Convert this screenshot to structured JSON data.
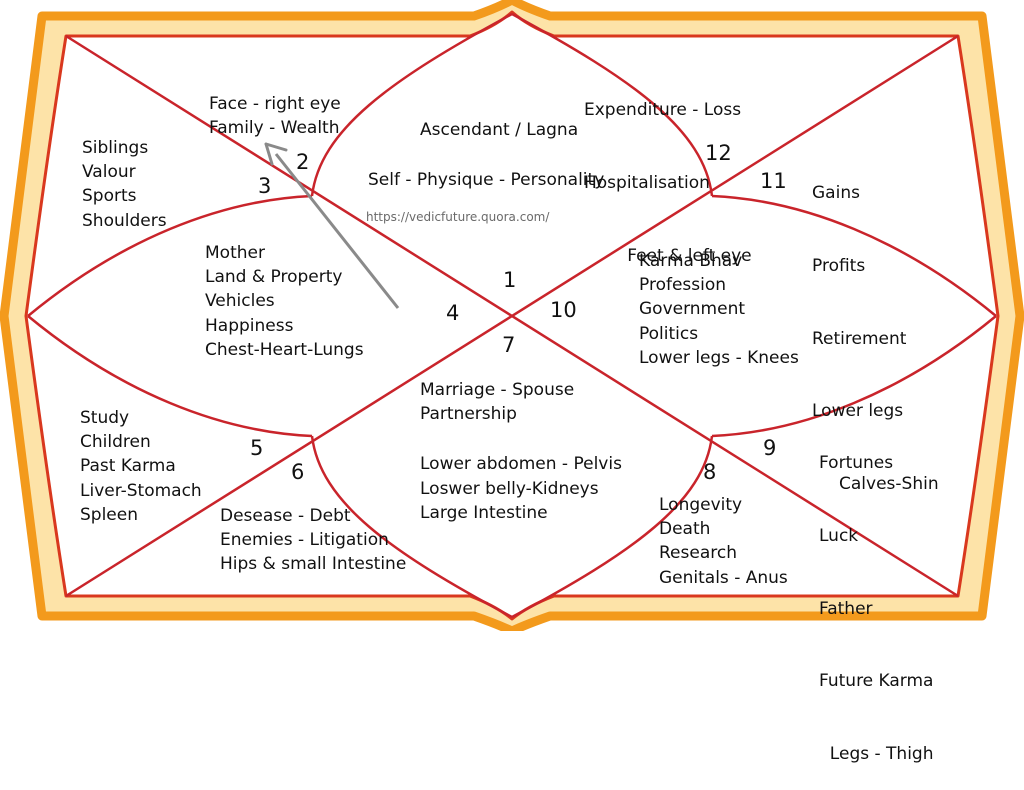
{
  "houses": [
    {
      "number": "1",
      "lines": [
        "Ascendant / Lagna",
        "",
        "Self - Physique - Personality"
      ]
    },
    {
      "number": "2",
      "lines": [
        "Face - right eye",
        "Family -  Wealth"
      ]
    },
    {
      "number": "3",
      "lines": [
        "Siblings",
        "Valour",
        "Sports",
        "Shoulders"
      ]
    },
    {
      "number": "4",
      "lines": [
        "Mother",
        "Land & Property",
        "Vehicles",
        "Happiness",
        "Chest-Heart-Lungs"
      ]
    },
    {
      "number": "5",
      "lines": [
        "Study",
        "Children",
        "Past Karma",
        "Liver-Stomach",
        "Spleen"
      ]
    },
    {
      "number": "6",
      "lines": [
        "Desease - Debt",
        "Enemies - Litigation",
        "Hips & small Intestine"
      ]
    },
    {
      "number": "7",
      "lines": [
        "Marriage - Spouse",
        "Partnership",
        "",
        "Lower abdomen - Pelvis",
        "Loswer belly-Kidneys",
        "Large Intestine"
      ]
    },
    {
      "number": "8",
      "lines": [
        "Longevity",
        "Death",
        "Research",
        "Genitals - Anus"
      ]
    },
    {
      "number": "9",
      "lines": [
        "Fortunes",
        "Luck",
        "Father",
        "Future Karma",
        "  Legs - Thigh"
      ]
    },
    {
      "number": "10",
      "lines": [
        "Karma Bhav",
        "Profession",
        "Government",
        "Politics",
        "Lower legs - Knees"
      ]
    },
    {
      "number": "11",
      "lines": [
        "Gains",
        "Profits",
        "Retirement",
        "Lower legs",
        "     Calves-Shin"
      ]
    },
    {
      "number": "12",
      "lines": [
        "Expenditure - Loss",
        "Hospitalisation",
        "        Feet & left eye"
      ]
    }
  ],
  "watermark": "https://vedicfuture.quora.com/",
  "colors": {
    "frame_outer": "#f39a1c",
    "frame_inner": "#d9381e",
    "frame_fill": "#fde3a8",
    "lines": "#c9242b",
    "arrow": "#8a8a8a"
  }
}
